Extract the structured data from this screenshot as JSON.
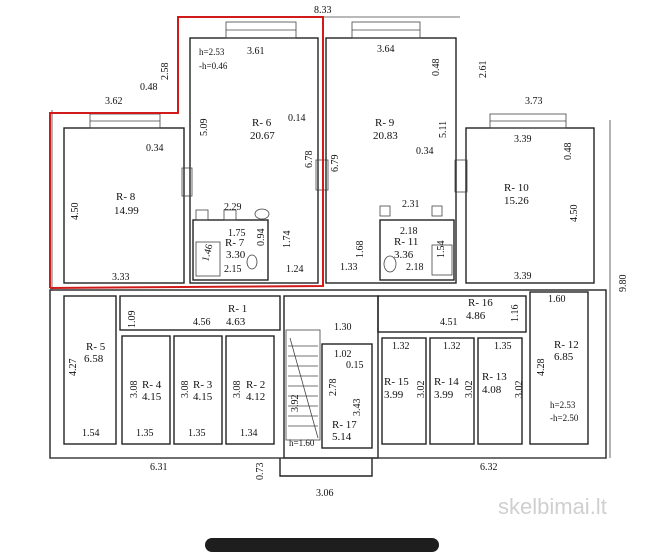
{
  "rooms": {
    "r1": {
      "name": "R- 1",
      "area": "4.63"
    },
    "r2": {
      "name": "R- 2",
      "area": "4.12"
    },
    "r3": {
      "name": "R- 3",
      "area": "4.15"
    },
    "r4": {
      "name": "R- 4",
      "area": "4.15"
    },
    "r5": {
      "name": "R- 5",
      "area": "6.58"
    },
    "r6": {
      "name": "R- 6",
      "area": "20.67"
    },
    "r7": {
      "name": "R- 7",
      "area": "3.30"
    },
    "r8": {
      "name": "R- 8",
      "area": "14.99"
    },
    "r9": {
      "name": "R- 9",
      "area": "20.83"
    },
    "r10": {
      "name": "R- 10",
      "area": "15.26"
    },
    "r11": {
      "name": "R- 11",
      "area": "3.36"
    },
    "r12": {
      "name": "R- 12",
      "area": "6.85"
    },
    "r13": {
      "name": "R- 13",
      "area": "4.08"
    },
    "r14": {
      "name": "R- 14",
      "area": "3.99"
    },
    "r15": {
      "name": "R- 15",
      "area": "3.99"
    },
    "r16": {
      "name": "R- 16",
      "area": "4.86"
    },
    "r17": {
      "name": "R- 17",
      "area": "5.14"
    }
  },
  "heights": {
    "h1": "h=2.53",
    "h1b": "-h=0.46",
    "h2": "h=2.53",
    "h2b": "-h=2.50",
    "h3": "h=1.60"
  },
  "dims": {
    "d_8_33": "8.33",
    "d_3_61": "3.61",
    "d_3_64": "3.64",
    "d_3_73": "3.73",
    "d_3_62": "3.62",
    "d_2_58": "2.58",
    "d_0_48a": "0.48",
    "d_0_48b": "0.48",
    "d_0_48c": "0.48",
    "d_2_61": "2.61",
    "d_0_34a": "0.34",
    "d_0_34b": "0.34",
    "d_0_14": "0.14",
    "d_5_09": "5.09",
    "d_5_11": "5.11",
    "d_6_78": "6.78",
    "d_6_79": "6.79",
    "d_3_39a": "3.39",
    "d_3_39b": "3.39",
    "d_4_50a": "4.50",
    "d_4_50b": "4.50",
    "d_9_80": "9.80",
    "d_3_33": "3.33",
    "d_2_29": "2.29",
    "d_1_75": "1.75",
    "d_0_94": "0.94",
    "d_1_74": "1.74",
    "d_1_46": "1.46",
    "d_2_15": "2.15",
    "d_1_24": "1.24",
    "d_1_68": "1.68",
    "d_2_31": "2.31",
    "d_2_18a": "2.18",
    "d_2_18b": "2.18",
    "d_1_54": "1.54",
    "d_1_33": "1.33",
    "d_1_09": "1.09",
    "d_4_56": "4.56",
    "d_1_30": "1.30",
    "d_4_51": "4.51",
    "d_1_16": "1.16",
    "d_1_60": "1.60",
    "d_4_27": "4.27",
    "d_3_08a": "3.08",
    "d_3_08b": "3.08",
    "d_3_08c": "3.08",
    "d_1_54b": "1.54",
    "d_1_35a": "1.35",
    "d_1_35b": "1.35",
    "d_1_34": "1.34",
    "d_1_02": "1.02",
    "d_0_15": "0.15",
    "d_2_78": "2.78",
    "d_3_92": "3.92",
    "d_3_43": "3.43",
    "d_1_32a": "1.32",
    "d_1_32b": "1.32",
    "d_1_35c": "1.35",
    "d_3_02a": "3.02",
    "d_3_02b": "3.02",
    "d_3_02c": "3.02",
    "d_4_28": "4.28",
    "d_6_31": "6.31",
    "d_6_32": "6.32",
    "d_0_73": "0.73",
    "d_3_06": "3.06"
  },
  "watermark": "skelbimai.lt"
}
